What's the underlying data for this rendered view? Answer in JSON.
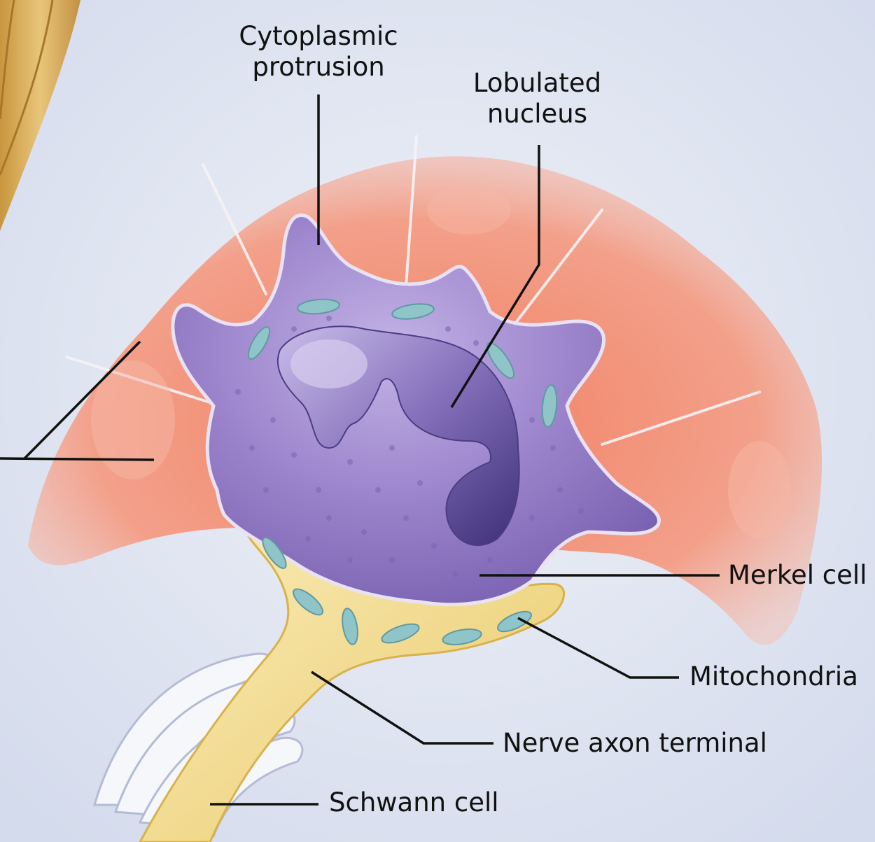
{
  "labels": {
    "cytoplasmic_protrusion": [
      "Cytoplasmic",
      "protrusion"
    ],
    "lobulated_nucleus": [
      "Lobulated",
      "nucleus"
    ],
    "merkel_cell": "Merkel cell",
    "mitochondria": "Mitochondria",
    "nerve_axon_terminal": "Nerve axon terminal",
    "schwann_cell": "Schwann cell"
  },
  "colors": {
    "background": "#dde3f1",
    "tissue": "#f0937a",
    "merkel_cell": "#9b82c9",
    "nucleus": "#5e4a96",
    "axon": "#f4de93",
    "mitochondria": "#8fc4c9",
    "schwann": "#f4f6fb",
    "hair": "#d9b060",
    "leader_line": "#111111"
  }
}
